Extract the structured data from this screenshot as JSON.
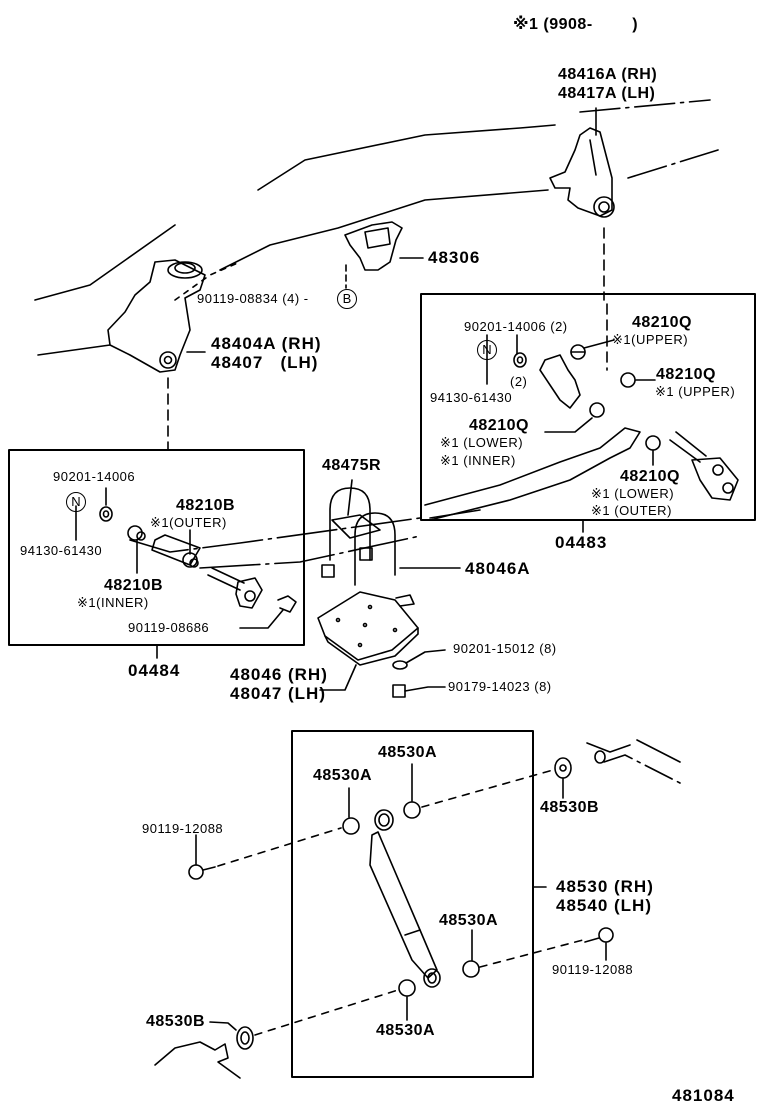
{
  "diagram": {
    "title": "Rear Spring & Shock Absorber Parts Diagram",
    "footnote": "※1 (9908-        )",
    "figure_number": "481084",
    "callouts": {
      "hanger_upper": [
        "48416A (RH)",
        "48417A (LH)"
      ],
      "bumper": "48306",
      "bolt_b": "90119-08834 (4) -",
      "b_marker": "B",
      "front_bracket": [
        "48404A (RH)",
        "48407   (LH)"
      ],
      "upper_kit": {
        "washer": "90201-14006 (2)",
        "n_marker": "N",
        "washer_qty": "(2)",
        "nut": "94130-61430",
        "bush_upper_1": [
          "48210Q",
          "※1(UPPER)"
        ],
        "bush_upper_2": [
          "48210Q",
          "※1 (UPPER)"
        ],
        "bush_lower_inner": [
          "48210Q",
          "※1 (LOWER)",
          "※1 (INNER)"
        ],
        "bush_lower_outer": [
          "48210Q",
          "※1 (LOWER)",
          "※1 (OUTER)"
        ],
        "kit_number": "04483"
      },
      "lower_kit": {
        "washer": "90201-14006",
        "n_marker": "N",
        "nut": "94130-61430",
        "bush_outer": [
          "48210B",
          "※1(OUTER)"
        ],
        "bush_inner": [
          "48210B",
          "※1(INNER)"
        ],
        "bolt": "90119-08686",
        "kit_number": "04484"
      },
      "u_bolt_seat": "48475R",
      "u_bolt": "48046A",
      "spring_seat": [
        "48046 (RH)",
        "48047 (LH)"
      ],
      "washer_8": "90201-15012 (8)",
      "nut_8": "90179-14023 (8)",
      "shock": {
        "bush_top_left": "48530A",
        "bush_top_right": "48530A",
        "bush_bottom_right": "48530A",
        "bush_bottom_left": "48530A",
        "washer_top": "48530B",
        "washer_bottom": "48530B",
        "bolt_left": "90119-12088",
        "bolt_right": "90119-12088",
        "absorber": [
          "48530 (RH)",
          "48540 (LH)"
        ]
      }
    }
  }
}
